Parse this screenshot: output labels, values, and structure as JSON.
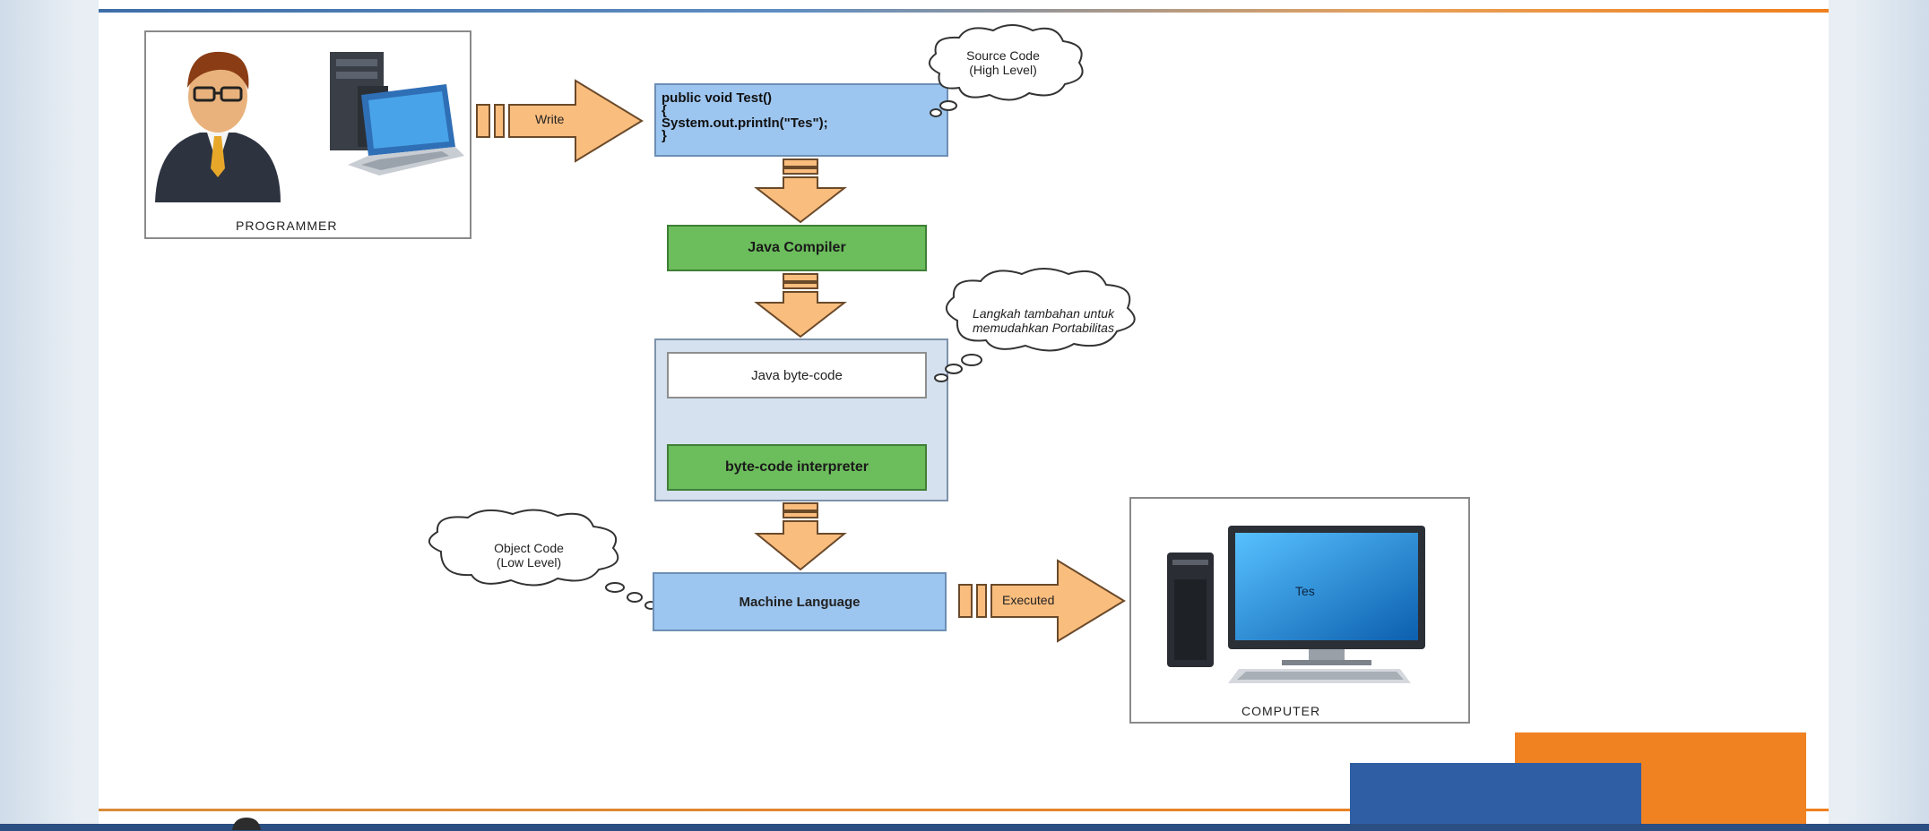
{
  "diagram": {
    "programmer_caption": "PROGRAMMER",
    "computer_caption": "COMPUTER",
    "write_label": "Write",
    "executed_label": "Executed",
    "code_lines": [
      "public void Test()",
      "{",
      "System.out.println(\"Tes\");",
      "}"
    ],
    "source_cloud": [
      "Source Code",
      "(High Level)"
    ],
    "compiler_label": "Java Compiler",
    "bytecode_label": "Java byte-code",
    "interpreter_label": "byte-code interpreter",
    "portability_cloud": [
      "Langkah tambahan untuk",
      "memudahkan Portabilitas"
    ],
    "object_cloud": [
      "Object Code",
      "(Low Level)"
    ],
    "machine_label": "Machine Language",
    "screen_text": "Tes"
  },
  "colors": {
    "arrow_fill": "#f9bd7e",
    "arrow_stroke": "#6b4a2a",
    "code_box": "#9cc5ef",
    "compiler_box": "#6cbd5c",
    "accent_orange": "#f08222",
    "accent_blue": "#2f5ea4"
  }
}
